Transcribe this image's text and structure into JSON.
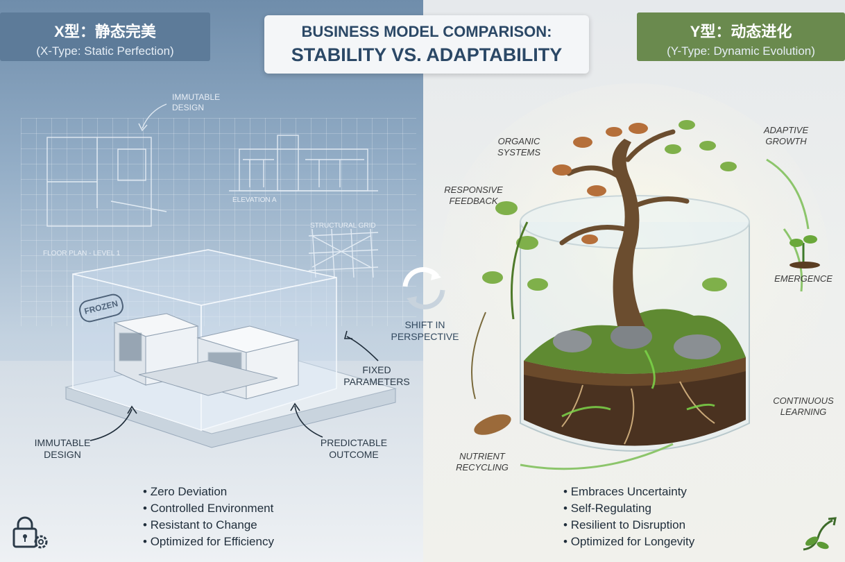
{
  "header": {
    "title_line1": "BUSINESS MODEL COMPARISON:",
    "title_line2": "STABILITY VS. ADAPTABILITY"
  },
  "x_type": {
    "tag_cn": "X型：静态完美",
    "tag_en": "(X-Type: Static Perfection)",
    "blueprint_labels": {
      "immutable_design_top": "IMMUTABLE DESIGN",
      "floor_plan": "FLOOR PLAN - LEVEL 1",
      "elevation": "ELEVATION A",
      "structural_grid": "STRUCTURAL GRID"
    },
    "stamp": "FROZEN",
    "callouts": {
      "fixed_parameters": "FIXED PARAMETERS",
      "immutable_design": "IMMUTABLE DESIGN",
      "predictable_outcome": "PREDICTABLE OUTCOME"
    },
    "bullets": [
      "Zero Deviation",
      "Controlled Environment",
      "Resistant to Change",
      "Optimized for Efficiency"
    ],
    "corner_icons": [
      "lock-icon",
      "gear-icon"
    ]
  },
  "center": {
    "shift_label": "SHIFT IN PERSPECTIVE",
    "icon": "cycle-arrows-icon"
  },
  "y_type": {
    "tag_cn": "Y型：动态进化",
    "tag_en": "(Y-Type: Dynamic Evolution)",
    "callouts": {
      "organic_systems": "ORGANIC SYSTEMS",
      "adaptive_growth": "ADAPTIVE GROWTH",
      "responsive_feedback": "RESPONSIVE FEEDBACK",
      "emergence": "EMERGENCE",
      "continuous_learning": "CONTINUOUS LEARNING",
      "nutrient_recycling": "NUTRIENT RECYCLING"
    },
    "bullets": [
      "Embraces Uncertainty",
      "Self-Regulating",
      "Resilient to Disruption",
      "Optimized for Longevity"
    ],
    "corner_icons": [
      "sprout-arrow-icon"
    ]
  },
  "colors": {
    "x_tag": "#5d7b99",
    "y_tag": "#6a8a4e",
    "title_text": "#2b4866",
    "glow_green": "#7cd64a"
  }
}
